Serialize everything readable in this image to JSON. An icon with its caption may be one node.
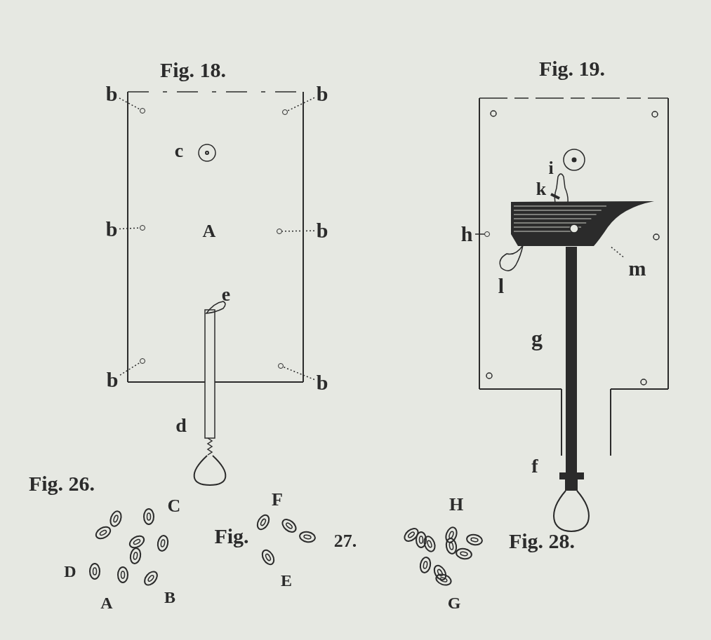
{
  "diagram": {
    "nodes": [
      {
        "text": [
          "b"
        ]
      },
      {
        "text": [
          "b"
        ]
      },
      {
        "text": [
          "b"
        ]
      },
      {
        "text": [
          "b"
        ]
      },
      {
        "text": [
          "b"
        ]
      },
      {
        "text": [
          "b"
        ]
      },
      {
        "text": [],
        "shape": "circle"
      },
      {
        "text": [],
        "shape": "circle"
      },
      {
        "text": [],
        "shape": "circle"
      },
      {
        "text": [],
        "shape": "circle"
      },
      {
        "text": [],
        "shape": "circle"
      },
      {
        "text": [],
        "shape": "circle"
      },
      {
        "text": [
          "h"
        ]
      },
      {
        "text": [],
        "shape": "circle"
      },
      {
        "text": [
          "m"
        ]
      },
      {
        "text": [],
        "shape": "picture"
      }
    ],
    "edges": [
      {
        "from": 0,
        "to": 6,
        "arrow": "none",
        "style": "dashed"
      },
      {
        "from": 1,
        "to": 7,
        "arrow": "none",
        "style": "dashed"
      },
      {
        "from": 2,
        "to": 8,
        "arrow": "none",
        "style": "dashed"
      },
      {
        "from": 3,
        "to": 9,
        "arrow": "none",
        "style": "dashed"
      },
      {
        "from": 4,
        "to": 10,
        "arrow": "none",
        "style": "dashed"
      },
      {
        "from": 5,
        "to": 11,
        "arrow": "none",
        "style": "dashed"
      },
      {
        "from": 12,
        "to": 13,
        "arrow": "none"
      },
      {
        "from": 14,
        "to": 15,
        "arrow": "none",
        "style": "dashed"
      }
    ],
    "labels": [
      "Fig. 18.",
      "Fig. 19.",
      "c",
      "i",
      "k",
      "A",
      "l",
      "g",
      "e",
      "d",
      "f",
      "Fig. 26.",
      "F",
      "H",
      "C",
      "Fig.",
      "27.",
      "Fig. 28.",
      "D",
      "E",
      "A",
      "B",
      "G"
    ]
  }
}
